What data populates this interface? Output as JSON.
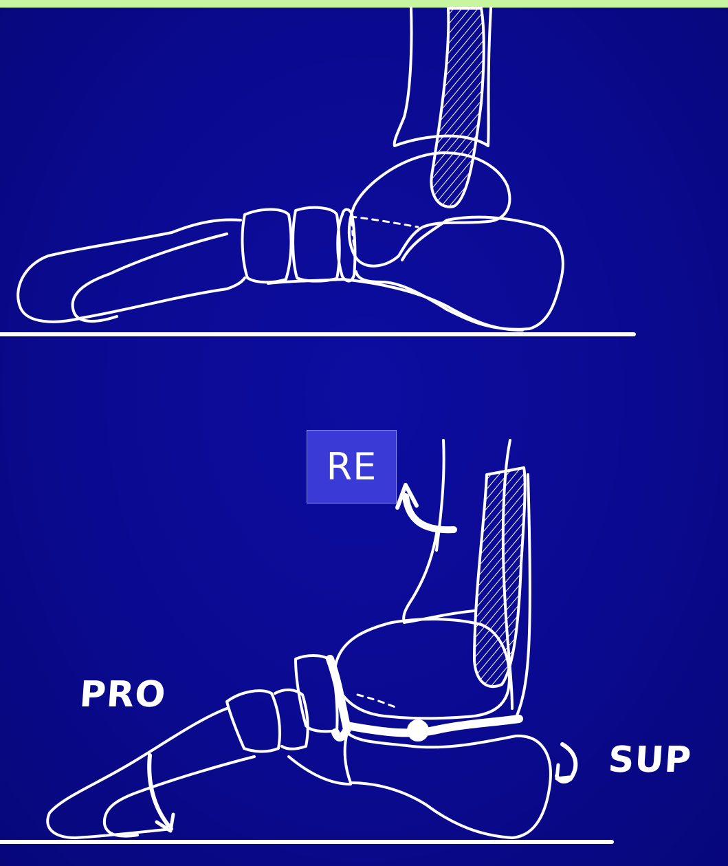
{
  "labels": {
    "re": "RE",
    "pro": "PRO",
    "sup": "SUP"
  },
  "colors": {
    "background": "#0a0a8a",
    "top_bar": "#c8f5a0",
    "line": "#ffffff",
    "label_box": "#3a3ad6"
  }
}
